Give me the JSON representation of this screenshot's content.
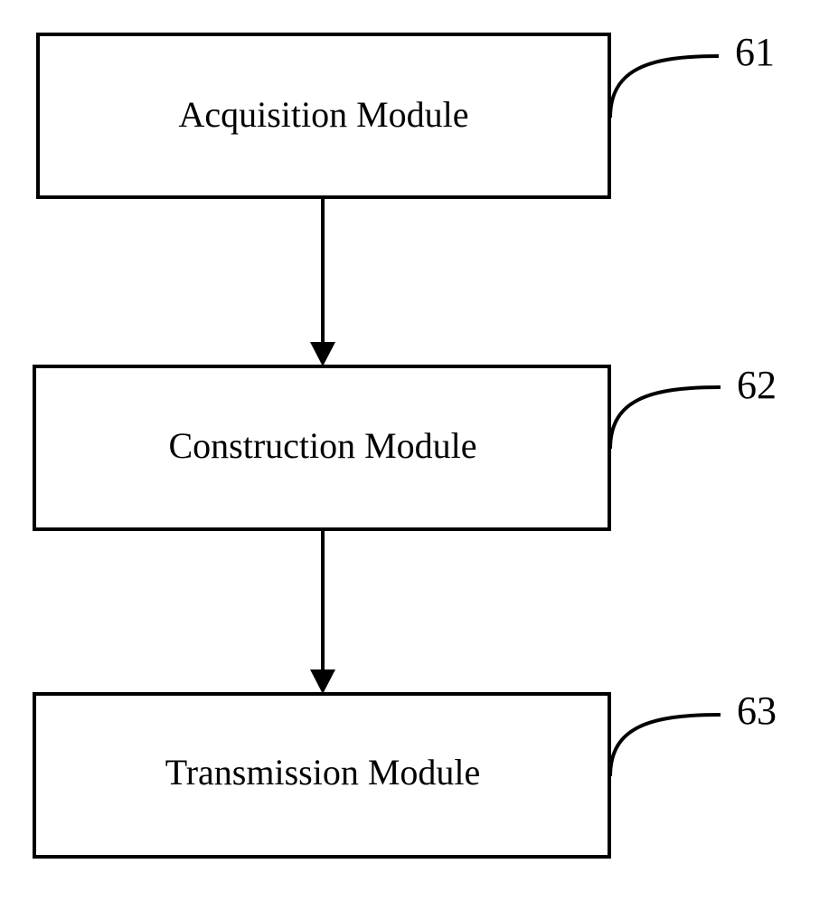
{
  "diagram": {
    "modules": [
      {
        "label": "Acquisition Module",
        "ref": "61"
      },
      {
        "label": "Construction Module",
        "ref": "62"
      },
      {
        "label": "Transmission Module",
        "ref": "63"
      }
    ]
  },
  "colors": {
    "stroke": "#000000",
    "background": "#ffffff"
  }
}
